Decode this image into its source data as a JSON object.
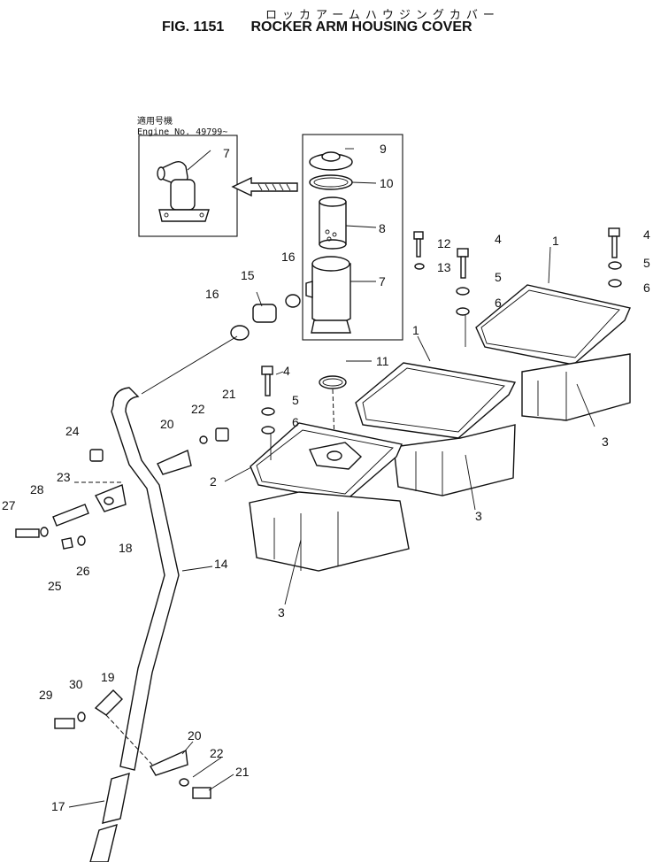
{
  "header": {
    "japanese_title": "ロッカアームハウジングカバー",
    "figure_number": "FIG. 1151",
    "figure_title": "ROCKER ARM HOUSING COVER"
  },
  "inset": {
    "applicable_label": "適用号機",
    "engine_serial": "Engine  No. 49799~"
  },
  "parts": [
    "1",
    "2",
    "3",
    "4",
    "5",
    "6",
    "7",
    "8",
    "9",
    "10",
    "11",
    "12",
    "13",
    "14",
    "15",
    "16",
    "17",
    "18",
    "19",
    "20",
    "21",
    "22",
    "23",
    "24",
    "25",
    "26",
    "27",
    "28",
    "29",
    "30"
  ]
}
